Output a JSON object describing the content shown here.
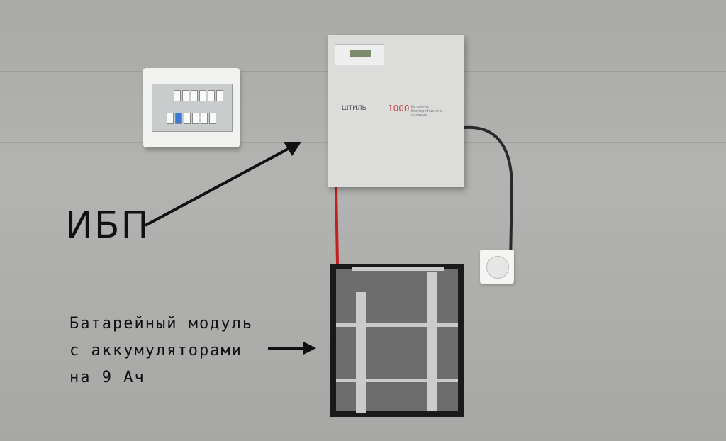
{
  "labels": {
    "ups": "ИБП",
    "battery_line1": "Батарейный модуль",
    "battery_line2": "с аккумуляторами",
    "battery_line3": "на 9 Ач"
  },
  "ups_device": {
    "brand": "ШТИЛЬ",
    "model": "1000",
    "description": "Источник бесперебойного питания"
  },
  "colors": {
    "wall": "#adadab",
    "ups_body": "#dcdcdb",
    "cable_red": "#d22",
    "accent_model": "#c44"
  }
}
